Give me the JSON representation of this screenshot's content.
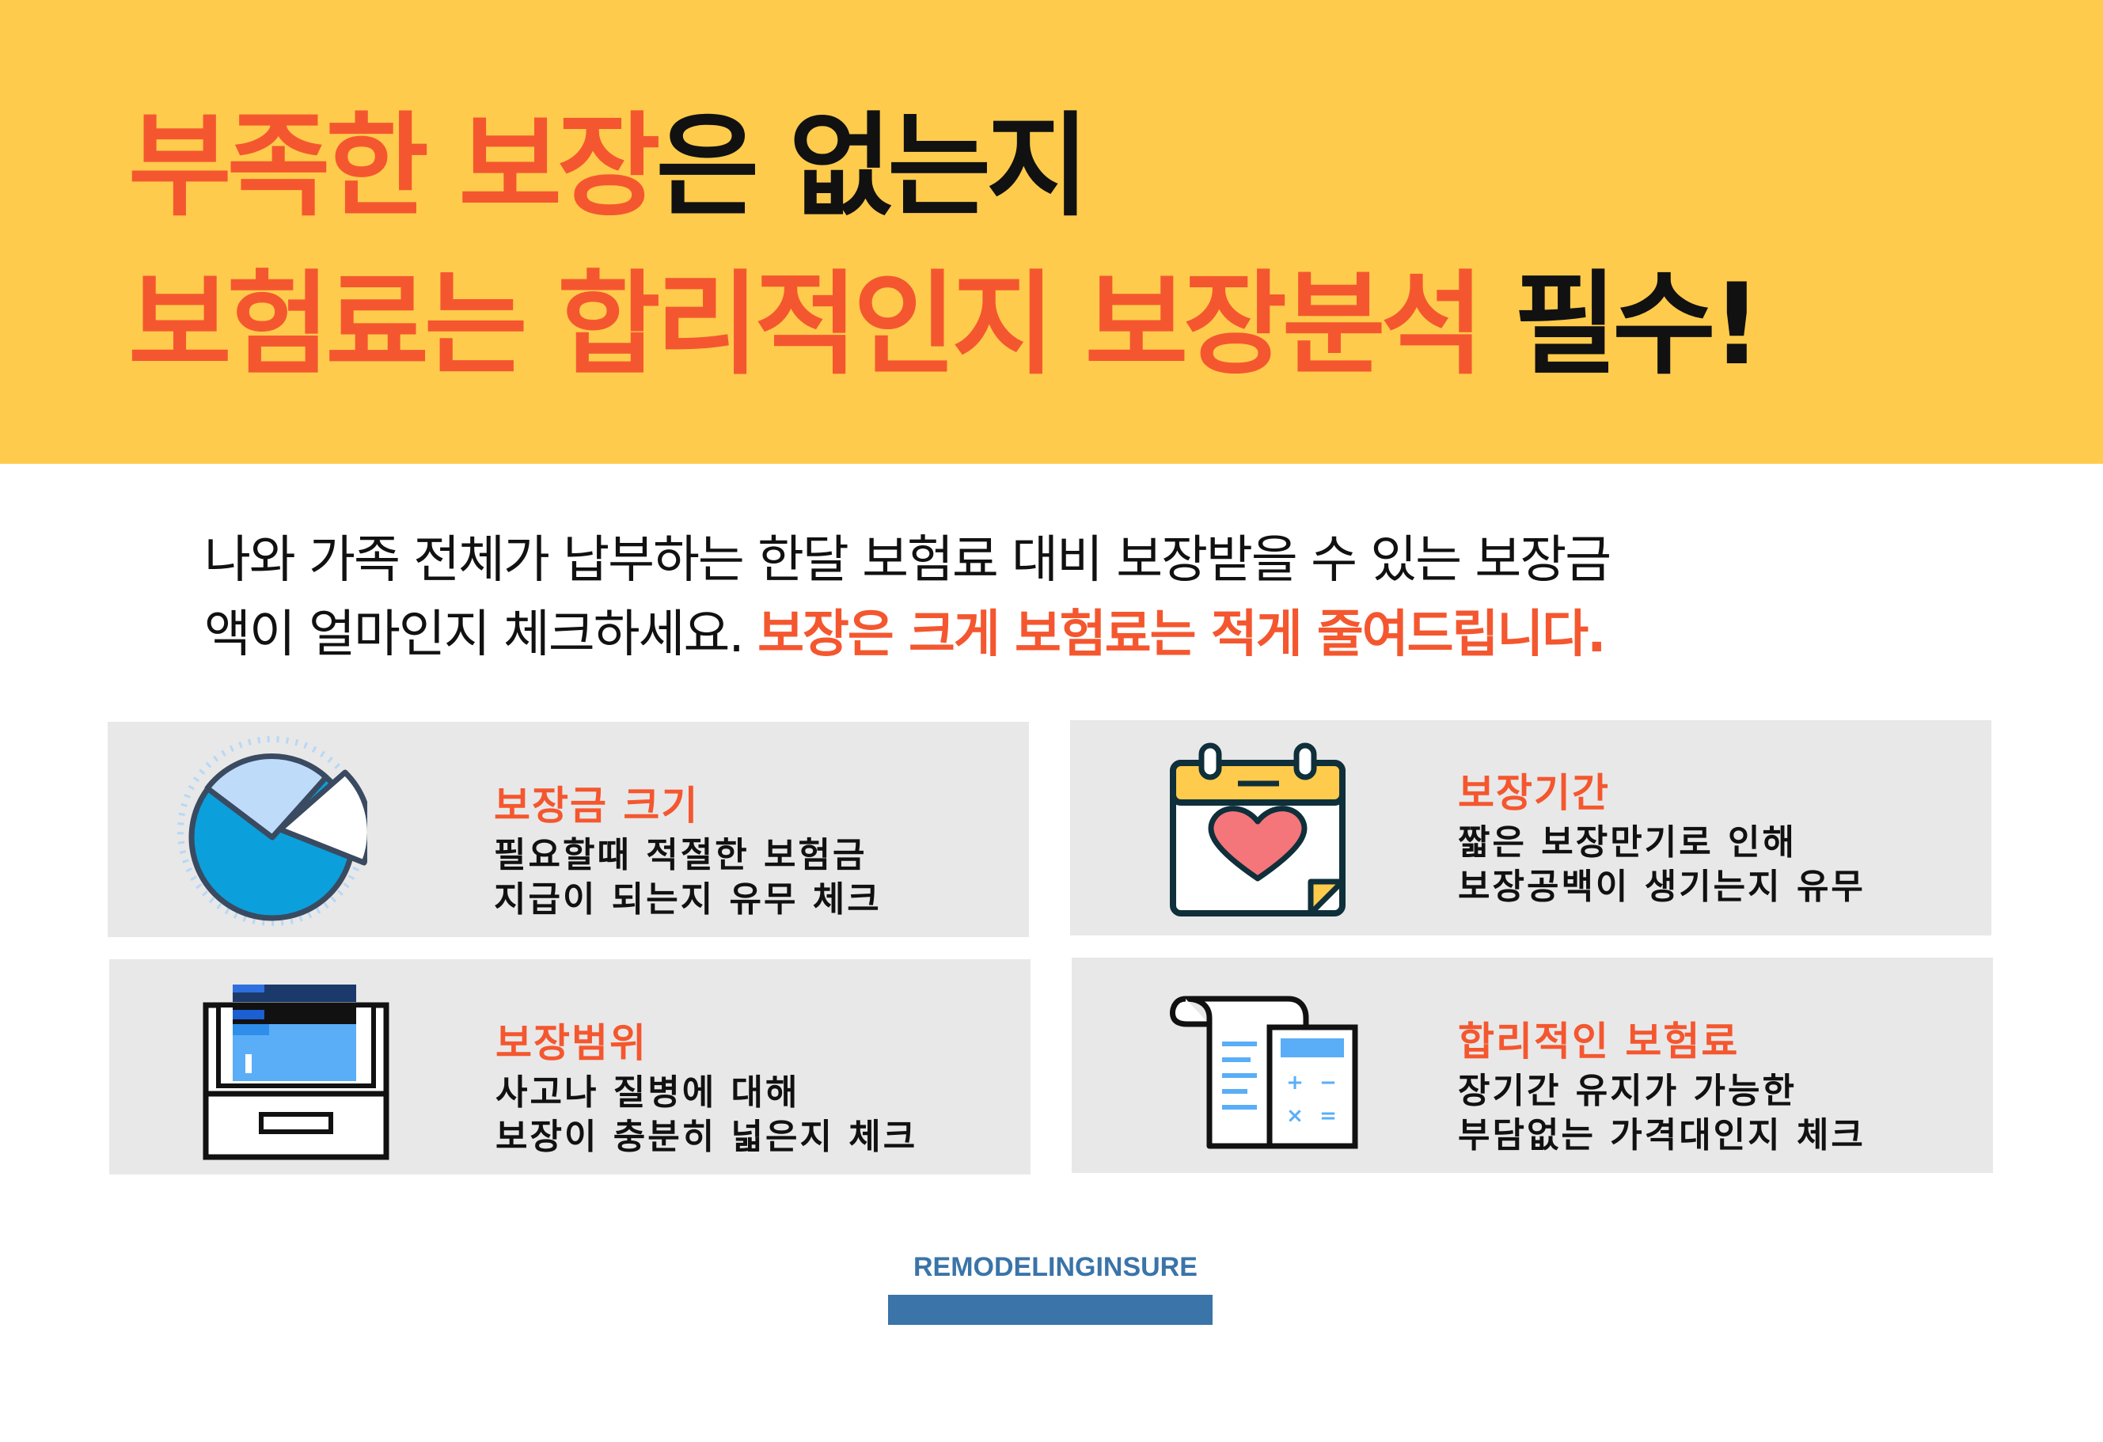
{
  "headline": {
    "line1": [
      {
        "text": "부족한 보장",
        "color": "orange"
      },
      {
        "text": "은 없는지",
        "color": "black"
      }
    ],
    "line2": [
      {
        "text": "보험료는 합리적인지 보장분석",
        "color": "orange"
      },
      {
        "text": " 필수!",
        "color": "black"
      }
    ]
  },
  "intro": {
    "line1": "나와 가족 전체가 납부하는 한달 보험료 대비 보장받을 수 있는 보장금",
    "line2_plain": "액이 얼마인지 체크하세요. ",
    "line2_accent": "보장은 크게 보험료는 적게 줄여드립니다."
  },
  "cards": [
    {
      "title": "보장금 크기",
      "desc1": "필요할때 적절한 보험금",
      "desc2": "지급이 되는지 유무 체크",
      "icon": "pie-chart-icon"
    },
    {
      "title": "보장기간",
      "desc1": "짧은 보장만기로 인해",
      "desc2": "보장공백이 생기는지 유무",
      "icon": "calendar-heart-icon"
    },
    {
      "title": "보장범위",
      "desc1": "사고나 질병에 대해",
      "desc2": "보장이 충분히 넓은지 체크",
      "icon": "file-drawer-icon"
    },
    {
      "title": "합리적인 보험료",
      "desc1": "장기간 유지가 가능한",
      "desc2": "부담없는 가격대인지 체크",
      "icon": "calculator-document-icon"
    }
  ],
  "brand": "REMODELINGINSURE",
  "colors": {
    "banner": "#FFCB4C",
    "accent": "#F4572F",
    "card_bg": "#E8E8E8",
    "brand": "#3A74A8"
  }
}
